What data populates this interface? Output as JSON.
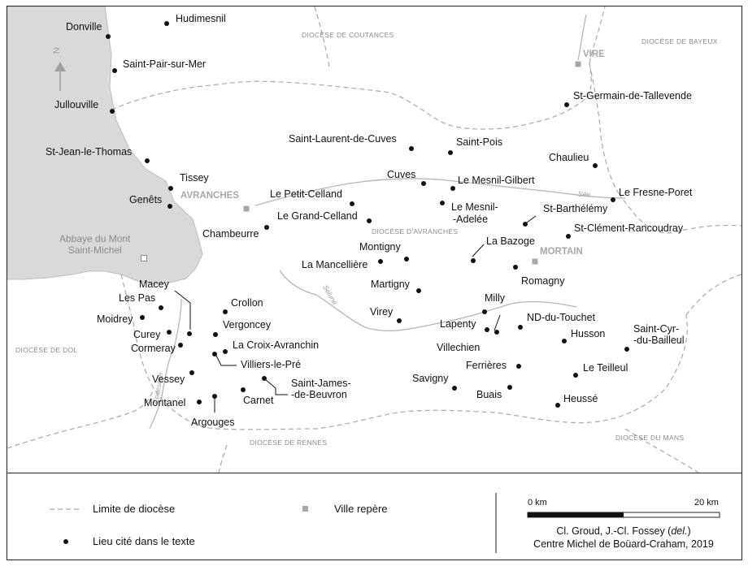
{
  "places": {
    "donville": "Donville",
    "hudimesnil": "Hudimesnil",
    "saint_pair": "Saint-Pair-sur-Mer",
    "jullouville": "Jullouville",
    "st_jean": "St-Jean-le-Thomas",
    "tissey": "Tissey",
    "genets": "Genêts",
    "chambeurre": "Chambeurre",
    "le_petit_celland": "Le Petit-Celland",
    "le_grand_celland": "Le Grand-Celland",
    "saint_laurent": "Saint-Laurent-de-Cuves",
    "saint_pois": "Saint-Pois",
    "cuves": "Cuves",
    "le_mesnil_gilbert": "Le Mesnil-Gilbert",
    "le_mesnil_adelee_1": "Le Mesnil-",
    "le_mesnil_adelee_2": "-Adelée",
    "st_germain": "St-Germain-de-Tallevende",
    "chaulieu": "Chaulieu",
    "le_fresne_poret": "Le Fresne-Poret",
    "st_barthelemy": "St-Barthélémy",
    "st_clement": "St-Clément-Rancoudray",
    "la_bazoge": "La Bazoge",
    "romagny": "Romagny",
    "montigny": "Montigny",
    "la_mancelliere": "La Mancellière",
    "martigny": "Martigny",
    "virey": "Virey",
    "milly": "Milly",
    "lapenty": "Lapenty",
    "nd_du_touchet": "ND-du-Touchet",
    "villechien": "Villechien",
    "husson": "Husson",
    "saint_cyr_1": "Saint-Cyr-",
    "saint_cyr_2": "-du-Bailleul",
    "le_teilleul": "Le Teilleul",
    "ferrieres": "Ferrières",
    "savigny": "Savigny",
    "buais": "Buais",
    "heusse": "Heussé",
    "macey": "Macey",
    "les_pas": "Les Pas",
    "moidrey": "Moidrey",
    "curey": "Curey",
    "cormeray": "Cormeray",
    "crollon": "Crollon",
    "vergoncey": "Vergoncey",
    "la_croix": "La Croix-Avranchin",
    "villiers": "Villiers-le-Pré",
    "vessey": "Vessey",
    "saint_james_1": "Saint-James-",
    "saint_james_2": "-de-Beuvron",
    "carnet": "Carnet",
    "montanel": "Montanel",
    "argouges": "Argouges"
  },
  "dioceses": {
    "coutances": "DIOCÈSE DE COUTANCES",
    "bayeux": "DIOCÈSE DE BAYEUX",
    "avranches": "DIOCÈSE D'AVRANCHES",
    "dol": "DIOCÈSE DE DOL",
    "rennes": "DIOCÈSE DE RENNES",
    "mans": "DIOCÈSE DU MANS"
  },
  "towns": {
    "vire": "VIRE",
    "avranches": "AVRANCHES",
    "mortain": "MORTAIN"
  },
  "rivers": {
    "see": "Sée",
    "selune": "Sélune",
    "couesnon": "Couesnon"
  },
  "sea_label": "Abbaye du Mont\nSaint-Michel",
  "north_label": "N",
  "legend": {
    "diocese_limit": "Limite de diocèse",
    "ville_repere": "Ville repère",
    "lieu_cite": "Lieu cité dans le texte"
  },
  "scale": {
    "start": "0 km",
    "end": "20 km"
  },
  "credits": {
    "line1_prefix": "Cl. Groud, J.-Cl. Fossey (",
    "line1_italic": "del.",
    "line1_suffix": ")",
    "line2": "Centre Michel de Boüard-Craham, 2019"
  },
  "colors": {
    "sea": "#d9d9d9",
    "coast_stroke": "#bdbdbd",
    "river": "#b5b5b5",
    "diocese_line": "#a9a9a9",
    "text": "#111111",
    "muted": "#8a8a8a"
  }
}
